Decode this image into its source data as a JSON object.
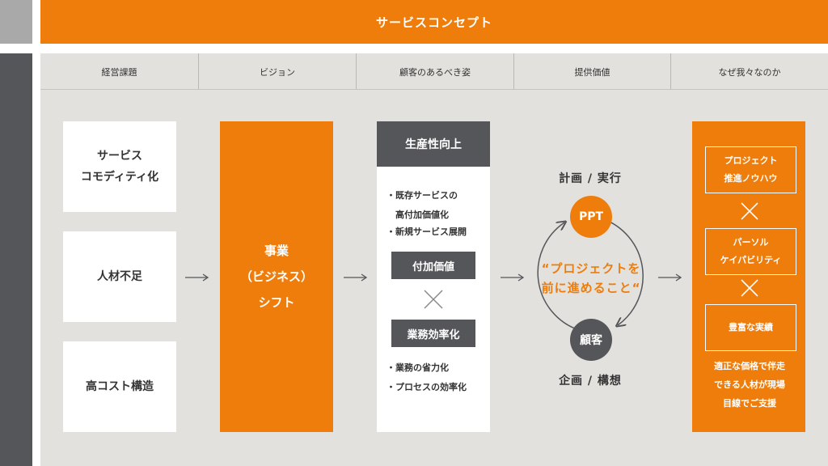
{
  "title": "サービスコンセプト",
  "columns": [
    "経営課題",
    "ビジョン",
    "顧客のあるべき姿",
    "提供価値",
    "なぜ我々なのか"
  ],
  "issues": [
    "サービス\nコモディティ化",
    "人材不足",
    "高コスト構造"
  ],
  "vision": "事業\n（ビジネス）\nシフト",
  "ideal": {
    "header": "生産性向上",
    "bullets1": [
      "・既存サービスの\n　高付加価値化",
      "・新規サービス展開"
    ],
    "label1": "付加価値",
    "label2": "業務効率化",
    "bullets2": [
      "・業務の省力化",
      "・プロセスの効率化"
    ]
  },
  "value": {
    "top_label": "計画 / 実行",
    "top_circle": "PPT",
    "center": "“プロジェクトを\n前に進めること“",
    "bottom_circle": "顧客",
    "bottom_label": "企画 / 構想"
  },
  "why": {
    "items": [
      "プロジェクト\n推進ノウハウ",
      "パーソル\nケイパビリティ",
      "豊富な実績"
    ],
    "footer": "適正な価格で伴走\nできる人材が現場\n目線でご支援"
  },
  "colors": {
    "orange": "#ee7d0c",
    "dark": "#54565a",
    "panel": "#e2e1dd"
  }
}
